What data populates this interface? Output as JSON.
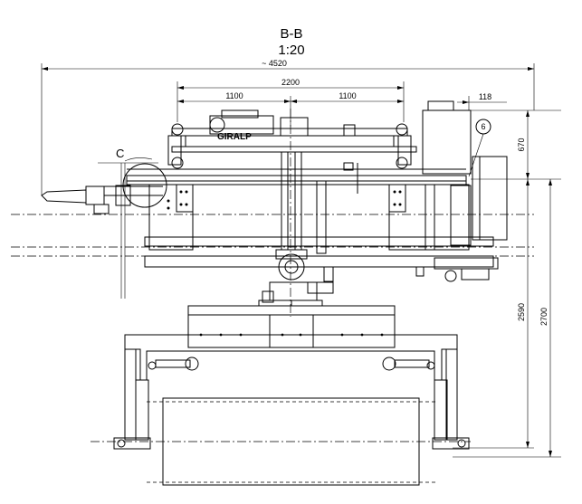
{
  "drawing": {
    "section_label": "B-B",
    "scale": "1:20",
    "detail_label": "C",
    "callout_number": "6",
    "brand_mark": "GIRALP",
    "dimensions": {
      "overall_width": "~ 4520",
      "rail_span": "2200",
      "half_span_left": "1100",
      "half_span_right": "1100",
      "offset_right": "118",
      "height_upper": "670",
      "height_lower": "2590",
      "height_total": "2700"
    }
  }
}
